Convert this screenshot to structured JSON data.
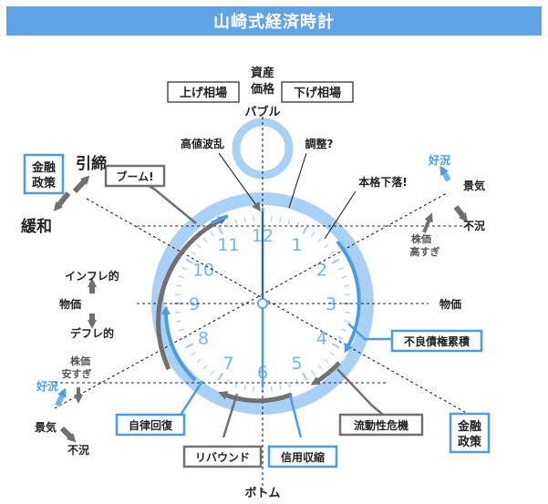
{
  "title": "山崎式経済時計",
  "colors": {
    "header": "#5ea4e6",
    "ring": "#a9d0f5",
    "blue": "#4a9be8",
    "gray": "#707070",
    "numeral": "#6fb6e6",
    "dark": "#222222"
  },
  "top": {
    "asset_price_line1": "資産",
    "asset_price_line2": "価格",
    "rising_market": "上げ相場",
    "falling_market": "下げ相場",
    "bubble": "バブル",
    "bottom": "ボトム"
  },
  "clock": {
    "numerals": [
      "12",
      "1",
      "2",
      "3",
      "4",
      "5",
      "6",
      "7",
      "8",
      "9",
      "10",
      "11"
    ]
  },
  "phases": {
    "high_volatility": "高値波乱",
    "adjustment": "調整?",
    "real_decline": "本格下落!",
    "boom": "ブーム!",
    "bad_debt": "不良債権累積",
    "liquidity_crisis": "流動性危機",
    "credit_crunch": "信用収縮",
    "rebound": "リバウンド",
    "self_recovery": "自律回復"
  },
  "left_policy": {
    "box_line1": "金融",
    "box_line2": "政策",
    "tighten": "引締",
    "ease": "緩和"
  },
  "right_policy": {
    "box_line1": "金融",
    "box_line2": "政策"
  },
  "prices": {
    "inflation": "インフレ的",
    "label_left": "物価",
    "deflation": "デフレ的",
    "label_right": "物価"
  },
  "economy_right": {
    "boom": "好況",
    "label": "景気",
    "recession": "不況",
    "stock_line1": "株価",
    "stock_line2": "高すぎ"
  },
  "economy_left": {
    "stock_line1": "株価",
    "stock_line2": "安すぎ",
    "boom": "好況",
    "label": "景気",
    "recession": "不況"
  }
}
